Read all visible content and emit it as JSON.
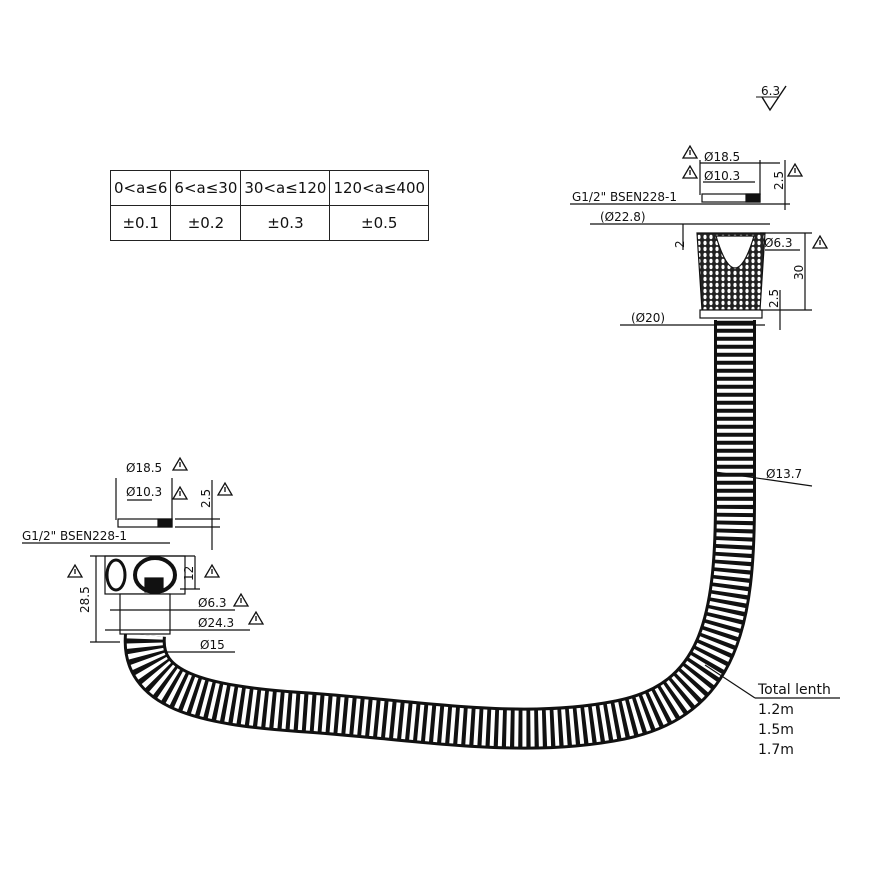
{
  "surface_finish": "6.3",
  "tolerance_table": {
    "ranges": [
      "0<a≤6",
      "6<a≤30",
      "30<a≤120",
      "120<a≤400"
    ],
    "tolerances": [
      "±0.1",
      "±0.2",
      "±0.3",
      "±0.5"
    ]
  },
  "right_fitting": {
    "d_outer": "Ø18.5",
    "d_inner": "Ø10.3",
    "thread": "G1/2\" BSEN228-1",
    "d_body": "(Ø22.8)",
    "height_nut": "2.5",
    "gap": "2",
    "d_hole": "Ø6.3",
    "height_total": "30",
    "height_base": "2.5",
    "d_base": "(Ø20)"
  },
  "hose": {
    "diameter": "Ø13.7"
  },
  "left_fitting": {
    "d_outer": "Ø18.5",
    "d_inner": "Ø10.3",
    "height_nut": "2.5",
    "thread": "G1/2\" BSEN228-1",
    "height_total": "28.5",
    "height_head": "12",
    "d_hole": "Ø6.3",
    "d_body": "Ø24.3",
    "d_neck": "Ø15"
  },
  "total_length": {
    "label": "Total lenth",
    "options": [
      "1.2m",
      "1.5m",
      "1.7m"
    ]
  }
}
